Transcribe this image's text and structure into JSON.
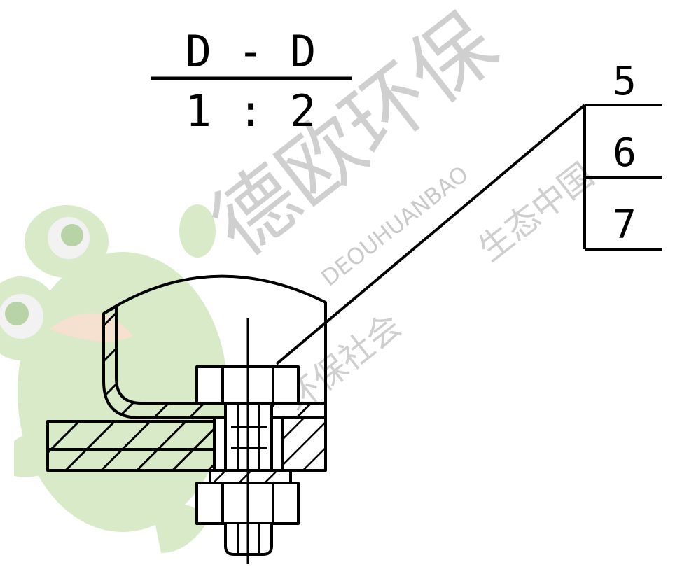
{
  "section_title": {
    "name": "D - D",
    "scale": "1 : 2"
  },
  "part_numbers": [
    "5",
    "6",
    "7"
  ],
  "watermark": {
    "company_cn": "德欧环保",
    "company_en": "DEOUHUANBAO",
    "slogan_1": "生态中国",
    "slogan_2": "环保社会"
  },
  "colors": {
    "line": "#000000",
    "background": "#ffffff",
    "watermark_text": "#a8a8a8",
    "frog_green": "#b9d99a",
    "frog_dark": "#7fb05c",
    "frog_eye": "#e8e8e8",
    "frog_cheek": "#f0c8a8"
  }
}
